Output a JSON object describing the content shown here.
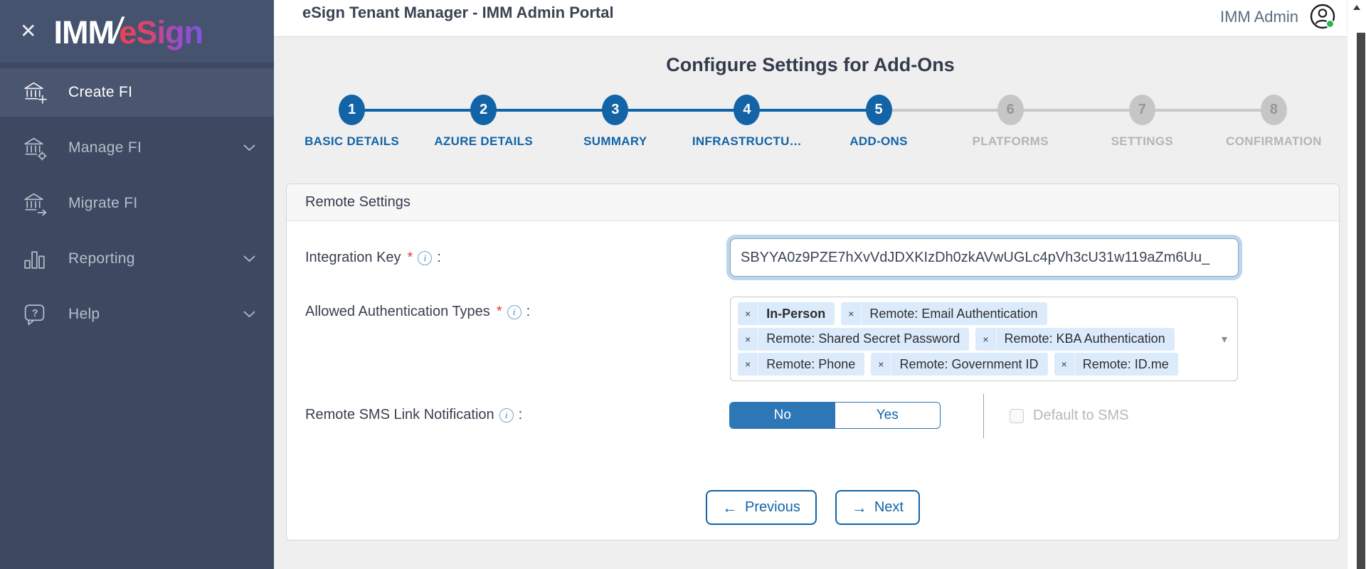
{
  "sidebar": {
    "close_icon": "✕",
    "logo": {
      "imm": "IMM",
      "slash": "/",
      "esign": "eSign"
    },
    "items": [
      {
        "label": "Create FI",
        "icon": "bank-plus-icon",
        "active": true,
        "chevron": false
      },
      {
        "label": "Manage FI",
        "icon": "bank-gear-icon",
        "active": false,
        "chevron": true
      },
      {
        "label": "Migrate FI",
        "icon": "bank-arrow-icon",
        "active": false,
        "chevron": false
      },
      {
        "label": "Reporting",
        "icon": "bar-chart-icon",
        "active": false,
        "chevron": true
      },
      {
        "label": "Help",
        "icon": "help-bubble-icon",
        "active": false,
        "chevron": true
      }
    ]
  },
  "header": {
    "title": "eSign Tenant Manager - IMM Admin Portal",
    "user_name": "IMM Admin"
  },
  "wizard": {
    "title": "Configure Settings for Add-Ons",
    "steps": [
      {
        "number": "1",
        "label": "BASIC DETAILS",
        "state": "complete"
      },
      {
        "number": "2",
        "label": "AZURE DETAILS",
        "state": "complete"
      },
      {
        "number": "3",
        "label": "SUMMARY",
        "state": "complete"
      },
      {
        "number": "4",
        "label": "INFRASTRUCTU…",
        "state": "complete"
      },
      {
        "number": "5",
        "label": "ADD-ONS",
        "state": "current"
      },
      {
        "number": "6",
        "label": "PLATFORMS",
        "state": "upcoming"
      },
      {
        "number": "7",
        "label": "SETTINGS",
        "state": "upcoming"
      },
      {
        "number": "8",
        "label": "CONFIRMATION",
        "state": "upcoming"
      }
    ]
  },
  "panel": {
    "title": "Remote Settings",
    "required_marker": "*",
    "colon": ":",
    "integration_key": {
      "label": "Integration Key",
      "value": "SBYYA0z9PZE7hXvVdJDXKIzDh0zkAVwUGLc4pVh3cU31w119aZm6Uu_"
    },
    "auth_types": {
      "label": "Allowed Authentication Types",
      "tag_rows": [
        [
          {
            "label": "In-Person",
            "bold": true
          },
          {
            "label": "Remote: Email Authentication",
            "bold": false
          }
        ],
        [
          {
            "label": "Remote: Shared Secret Password",
            "bold": false
          },
          {
            "label": "Remote: KBA Authentication",
            "bold": false
          }
        ],
        [
          {
            "label": "Remote: Phone",
            "bold": false
          },
          {
            "label": "Remote: Government ID",
            "bold": false
          },
          {
            "label": "Remote: ID.me",
            "bold": false
          }
        ]
      ]
    },
    "sms": {
      "label": "Remote SMS Link Notification",
      "options": [
        "No",
        "Yes"
      ],
      "selected": "No",
      "checkbox_label": "Default to SMS",
      "checkbox_checked": false
    }
  },
  "actions": {
    "previous": {
      "icon": "←",
      "label": "Previous"
    },
    "next": {
      "icon": "→",
      "label": "Next"
    }
  },
  "colors": {
    "primary_blue": "#1264a6",
    "toggle_blue": "#2e77b6",
    "sidebar_bg": "#3d4961",
    "tag_bg": "#dcebfc",
    "status_green": "#28b446"
  }
}
